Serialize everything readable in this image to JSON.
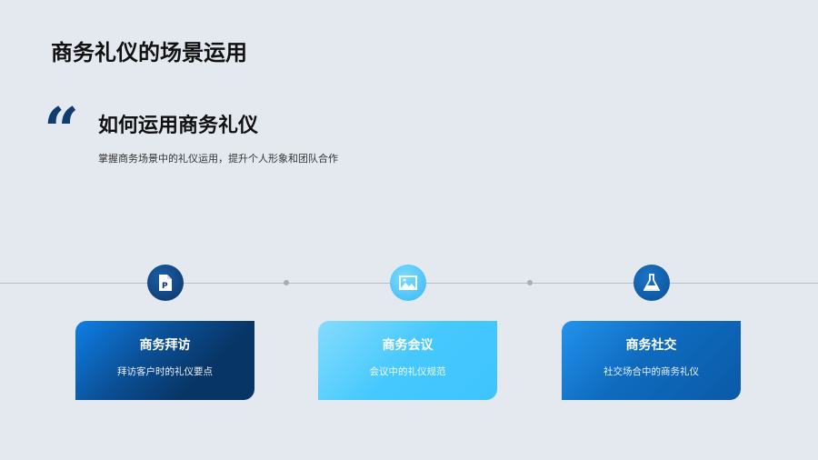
{
  "page_title": "商务礼仪的场景运用",
  "intro": {
    "quote_icon": "quote-icon",
    "heading": "如何运用商务礼仪",
    "description": "掌握商务场景中的礼仪运用，提升个人形象和团队合作"
  },
  "colors": {
    "dark_blue": "#0f3d6e",
    "light_blue": "#45c6fb",
    "mid_blue": "#0a6cc0"
  },
  "cards": [
    {
      "icon": "presentation-file-icon",
      "title": "商务拜访",
      "desc": "拜访客户时的礼仪要点"
    },
    {
      "icon": "image-icon",
      "title": "商务会议",
      "desc": "会议中的礼仪规范"
    },
    {
      "icon": "flask-icon",
      "title": "商务社交",
      "desc": "社交场合中的商务礼仪"
    }
  ]
}
